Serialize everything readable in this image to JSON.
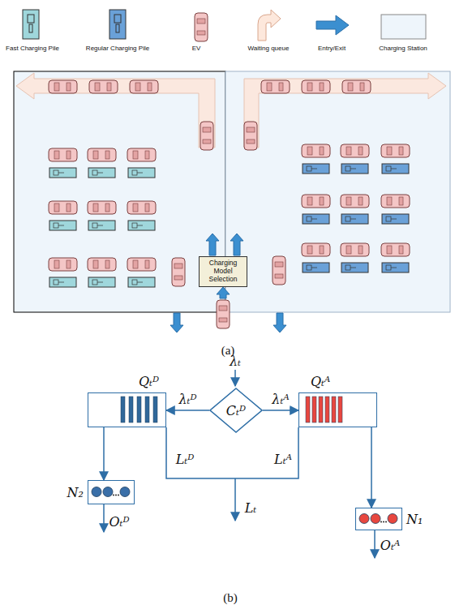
{
  "diagram": {
    "nodes": [
      {
        "text": [
          "Charging Model Selection"
        ]
      },
      {
        "text": [
          "Cₜᴰ"
        ]
      },
      {
        "text": [
          "Qₜᴰ"
        ]
      },
      {
        "text": [
          "Qₜᴬ"
        ]
      },
      {
        "text": [
          "N₂"
        ]
      },
      {
        "text": [
          "N₁"
        ]
      }
    ],
    "edges": [
      {
        "from": 1,
        "to": 2,
        "label": "λₜᴰ",
        "arrow": "to"
      },
      {
        "from": 1,
        "to": 3,
        "label": "λₜᴬ",
        "arrow": "to"
      },
      {
        "from": 2,
        "to": 4,
        "arrow": "to"
      },
      {
        "from": 3,
        "to": 5,
        "arrow": "to"
      }
    ],
    "labels": [
      "(a)",
      "λₜ",
      "Lₜᴰ",
      "Lₜᴬ",
      "Lₜ",
      "Oₜᴰ",
      "Oₜᴬ",
      "(b)"
    ],
    "legend": [
      {
        "text": "Fast Charging Pile"
      },
      {
        "text": "Regular Charging Pile"
      },
      {
        "text": "EV"
      },
      {
        "text": "Waiting queue"
      },
      {
        "text": "Entry/Exit"
      },
      {
        "text": "Charging Station"
      }
    ]
  }
}
